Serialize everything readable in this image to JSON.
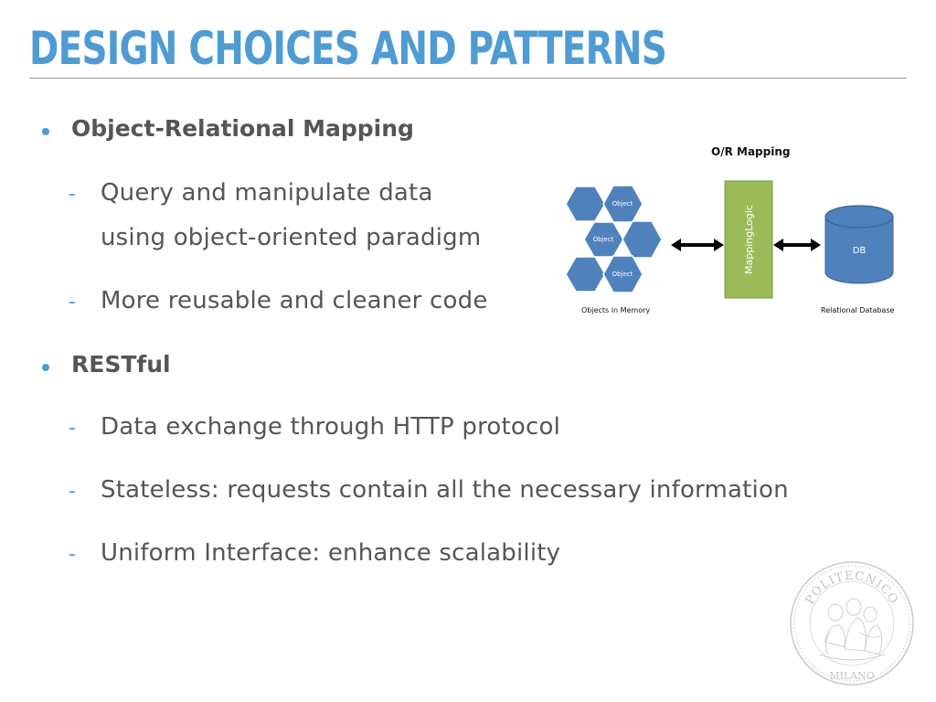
{
  "slide": {
    "title": "DESIGN CHOICES AND PATTERNS",
    "bullets": [
      {
        "label": "Object-Relational Mapping"
      },
      {
        "label": "RESTful"
      }
    ],
    "orm_sub": [
      {
        "line1": "Query and manipulate data",
        "line2": "using object-oriented paradigm"
      },
      {
        "line1": "More reusable and cleaner code"
      }
    ],
    "rest_sub": [
      "Data exchange through HTTP protocol",
      "Stateless: requests contain all the necessary information",
      "Uniform Interface: enhance scalability"
    ]
  },
  "diagram": {
    "title": "O/R Mapping",
    "object_label": "Object",
    "mapping_logic": "MappingLogic",
    "db_label": "DB",
    "objects_caption": "Objects in Memory",
    "db_caption": "Relational Database",
    "colors": {
      "hexagon": "#4f81bd",
      "mapping_box": "#9bbb59",
      "database": "#4f81bd"
    }
  },
  "logo": {
    "top_text": "POLITECNICO",
    "bottom_text": "MILANO",
    "color": "#c9c9c9"
  },
  "colors": {
    "accent": "#4f9bd3",
    "text": "#555555"
  }
}
